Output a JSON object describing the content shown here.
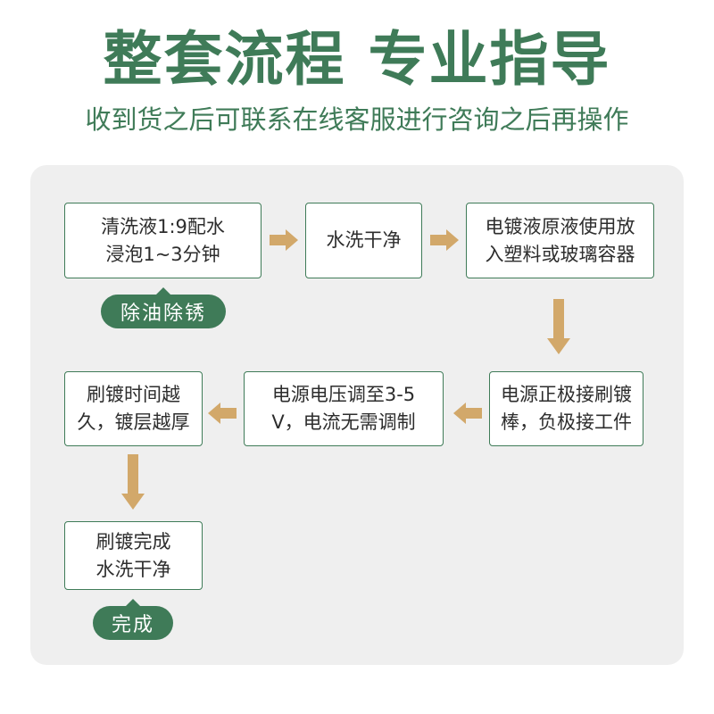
{
  "header": {
    "title": "整套流程 专业指导",
    "subtitle": "收到货之后可联系在线客服进行咨询之后再操作"
  },
  "steps": [
    {
      "line1": "清洗液1:9配水",
      "line2": "浸泡1~3分钟"
    },
    {
      "line1": "水洗干净",
      "line2": ""
    },
    {
      "line1": "电镀液原液使用放",
      "line2": "入塑料或玻璃容器"
    },
    {
      "line1": "电源正极接刷镀",
      "line2": "棒，负极接工件"
    },
    {
      "line1": "电源电压调至3-5",
      "line2": "V，电流无需调制"
    },
    {
      "line1": "刷镀时间越",
      "line2": "久，镀层越厚"
    },
    {
      "line1": "刷镀完成",
      "line2": "水洗干净"
    }
  ],
  "tags": {
    "degrease": "除油除锈",
    "done": "完成"
  },
  "colors": {
    "accent": "#3f7b58",
    "arrow": "#d2a86a",
    "panel": "#efefef"
  }
}
